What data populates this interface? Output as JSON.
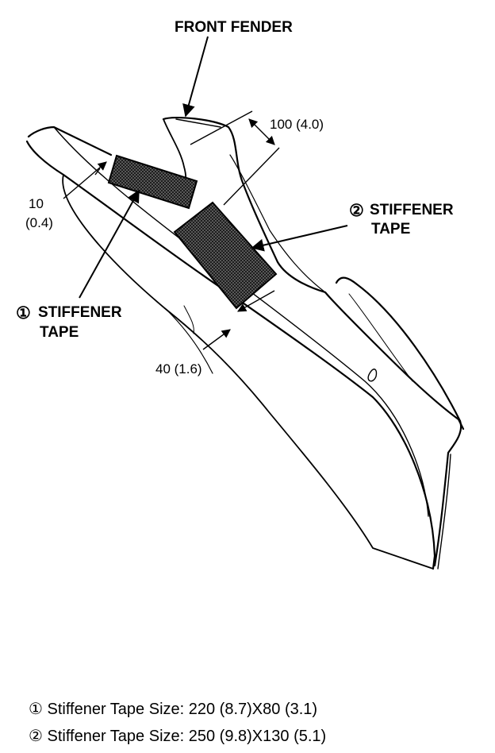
{
  "labels": {
    "front_fender": "FRONT FENDER",
    "tape1_marker": "①",
    "tape1_line1": "STIFFENER",
    "tape1_line2": "TAPE",
    "tape2_marker": "②",
    "tape2_line1": "STIFFENER",
    "tape2_line2": "TAPE"
  },
  "dimensions": {
    "d100": "100 (4.0)",
    "d10_a": "10",
    "d10_b": "(0.4)",
    "d40": "40 (1.6)"
  },
  "notes": [
    "① Stiffener Tape Size: 220 (8.7)X80 (3.1)",
    "② Stiffener Tape Size: 250 (9.8)X130 (5.1)"
  ]
}
